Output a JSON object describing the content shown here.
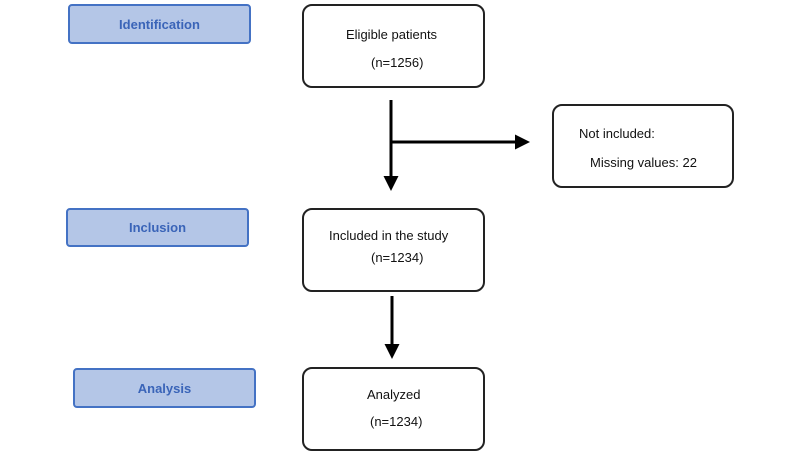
{
  "stages": {
    "identification": "Identification",
    "inclusion": "Inclusion",
    "analysis": "Analysis"
  },
  "boxes": {
    "eligible": {
      "title": "Eligible patients",
      "count": "(n=1256)"
    },
    "not_included": {
      "title": "Not included:",
      "detail": "Missing values: 22"
    },
    "included": {
      "title": "Included in the study",
      "count": "(n=1234)"
    },
    "analyzed": {
      "title": "Analyzed",
      "count": "(n=1234)"
    }
  },
  "colors": {
    "stage_fill": "#b4c6e7",
    "stage_border": "#4472c4",
    "stage_text": "#3a64b8",
    "box_border": "#222222",
    "arrow": "#000000"
  }
}
